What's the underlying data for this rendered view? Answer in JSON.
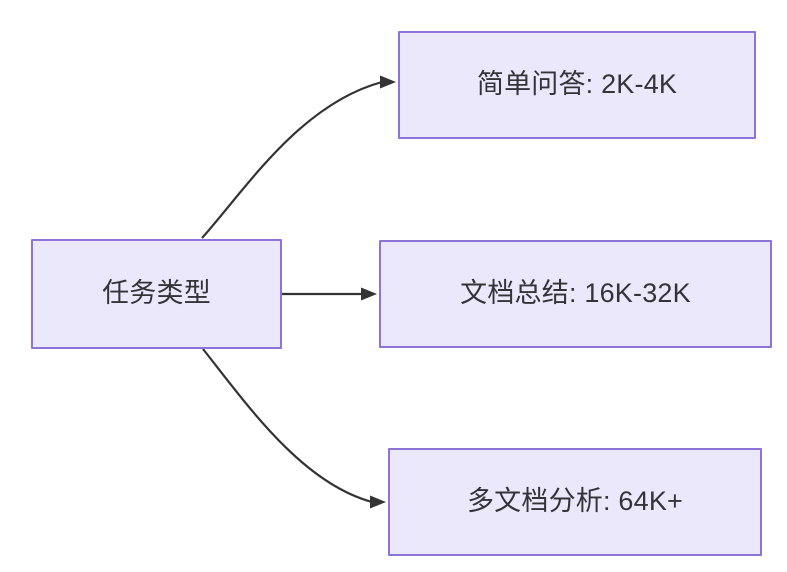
{
  "diagram": {
    "type": "flowchart",
    "direction": "left-to-right",
    "background_color": "#ffffff",
    "node_fill_color": "#ECE8FB",
    "node_border_color": "#8E73D9",
    "node_text_color": "#333338",
    "edge_color": "#333333",
    "nodes": {
      "source": {
        "id": "source",
        "label": "任务类型"
      },
      "simple_qa": {
        "id": "simple_qa",
        "label": "简单问答: 2K-4K"
      },
      "doc_summary": {
        "id": "doc_summary",
        "label": "文档总结: 16K-32K"
      },
      "multi_doc": {
        "id": "multi_doc",
        "label": "多文档分析: 64K+"
      }
    },
    "edges": [
      {
        "id": "edge-source-to-simple-qa",
        "from": "source",
        "to": "simple_qa",
        "shape": "curved",
        "arrow": "triangle"
      },
      {
        "id": "edge-source-to-doc-summary",
        "from": "source",
        "to": "doc_summary",
        "shape": "straight",
        "arrow": "triangle"
      },
      {
        "id": "edge-source-to-multi-doc",
        "from": "source",
        "to": "multi_doc",
        "shape": "curved",
        "arrow": "triangle"
      }
    ]
  }
}
